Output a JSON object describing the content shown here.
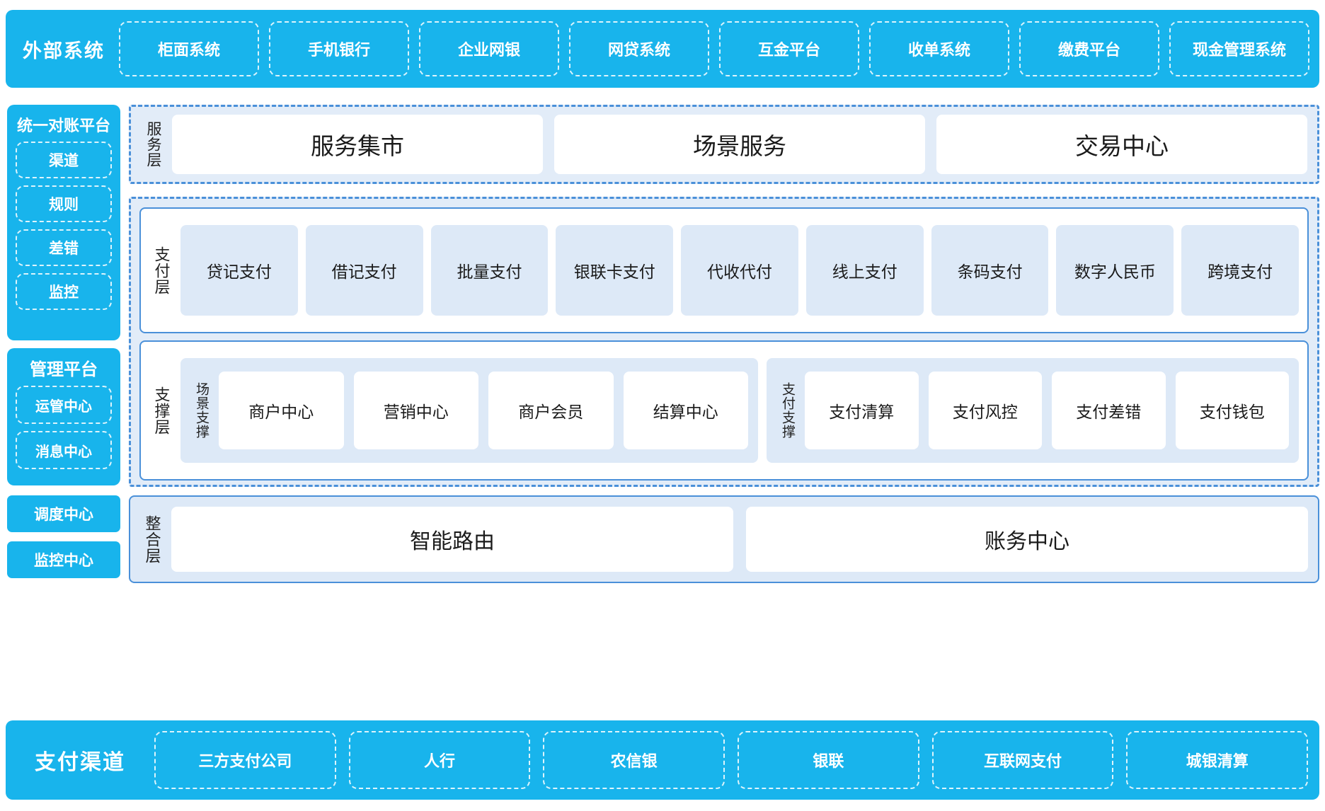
{
  "external": {
    "title": "外部系统",
    "items": [
      "柜面系统",
      "手机银行",
      "企业网银",
      "网贷系统",
      "互金平台",
      "收单系统",
      "缴费平台",
      "现金管理系统"
    ]
  },
  "recon_platform": {
    "title": "统一对账平台",
    "items": [
      "渠道",
      "规则",
      "差错",
      "监控"
    ]
  },
  "mgmt_platform": {
    "title": "管理平台",
    "items": [
      "运管中心",
      "消息中心"
    ]
  },
  "side_boxes": {
    "dispatch": "调度中心",
    "monitor": "监控中心"
  },
  "service_layer": {
    "label": "服务层",
    "cards": [
      "服务集市",
      "场景服务",
      "交易中心"
    ]
  },
  "payment_layer": {
    "label": "支付层",
    "items": [
      "贷记支付",
      "借记支付",
      "批量支付",
      "银联卡支付",
      "代收代付",
      "线上支付",
      "条码支付",
      "数字人民币",
      "跨境支付"
    ]
  },
  "support_layer": {
    "label": "支撑层",
    "groups": [
      {
        "label": "场景支撑",
        "cards": [
          "商户中心",
          "营销中心",
          "商户会员",
          "结算中心"
        ]
      },
      {
        "label": "支付支撑",
        "cards": [
          "支付清算",
          "支付风控",
          "支付差错",
          "支付钱包"
        ]
      }
    ]
  },
  "integration_layer": {
    "label": "整合层",
    "cards": [
      "智能路由",
      "账务中心"
    ]
  },
  "channels": {
    "title": "支付渠道",
    "items": [
      "三方支付公司",
      "人行",
      "农信银",
      "银联",
      "互联网支付",
      "城银清算"
    ]
  },
  "colors": {
    "cyan": "#18b4ec",
    "panel_blue": "#4a90d9",
    "light_fill": "#e2ecf8",
    "tile_fill": "#dde9f7"
  }
}
